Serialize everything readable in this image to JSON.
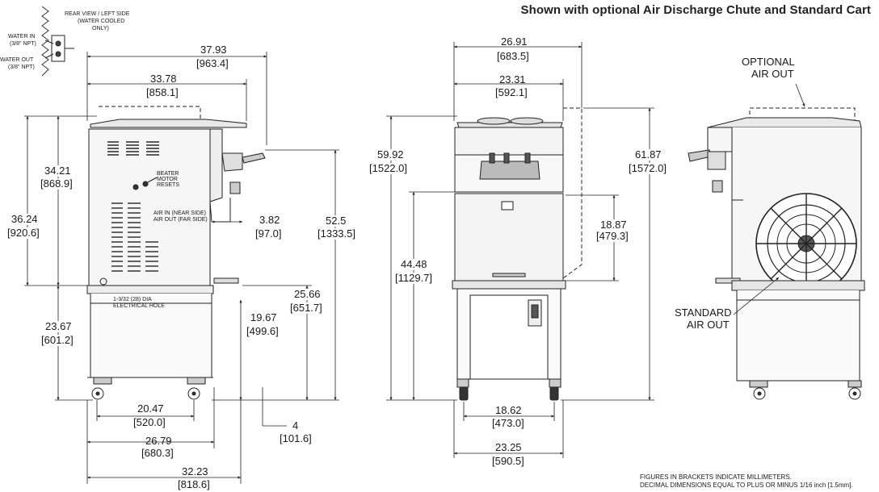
{
  "title": "Shown with optional Air Discharge Chute and Standard Cart",
  "rear_view": {
    "caption_line1": "REAR VIEW / LEFT SIDE",
    "caption_line2": "(WATER COOLED",
    "caption_line3": "ONLY)",
    "water_in": "WATER IN",
    "water_in_size": "(3/8\" NPT)",
    "water_out": "WATER OUT",
    "water_out_size": "(3/8\" NPT)"
  },
  "side_view": {
    "dim_overall_depth": {
      "in": "37.93",
      "mm": "[963.4]"
    },
    "dim_body_depth": {
      "in": "33.78",
      "mm": "[858.1]"
    },
    "dim_upper_height": {
      "in": "34.21",
      "mm": "[868.9]"
    },
    "dim_machine_height": {
      "in": "36.24",
      "mm": "[920.6]"
    },
    "dim_cart_height": {
      "in": "23.67",
      "mm": "[601.2]"
    },
    "dim_spout_offset": {
      "in": "3.82",
      "mm": "[97.0]"
    },
    "dim_spout_height": {
      "in": "52.5",
      "mm": "[1333.5]"
    },
    "dim_tray_height": {
      "in": "25.66",
      "mm": "[651.7]"
    },
    "dim_drip_height": {
      "in": "19.67",
      "mm": "[499.6]"
    },
    "dim_caster_spacing": {
      "in": "20.47",
      "mm": "[520.0]"
    },
    "dim_cart_depth": {
      "in": "26.79",
      "mm": "[680.3]"
    },
    "dim_overall_base": {
      "in": "32.23",
      "mm": "[818.6]"
    },
    "dim_tray_extension": {
      "in": "4",
      "mm": "[101.6]"
    },
    "beater_line1": "BEATER",
    "beater_line2": "MOTOR",
    "beater_line3": "RESETS",
    "air_line1": "AIR IN (NEAR SIDE)",
    "air_line2": "AIR OUT (FAR SIDE)",
    "hole_line1": "1-3/32 (28) DIA",
    "hole_line2": "ELECTRICAL HOLE"
  },
  "front_view": {
    "dim_overall_width": {
      "in": "26.91",
      "mm": "[683.5]"
    },
    "dim_body_width": {
      "in": "23.31",
      "mm": "[592.1]"
    },
    "dim_overall_height": {
      "in": "59.92",
      "mm": "[1522.0]"
    },
    "dim_chute_height": {
      "in": "61.87",
      "mm": "[1572.0]"
    },
    "dim_door_height": {
      "in": "44.48",
      "mm": "[1129.7]"
    },
    "dim_lower_height": {
      "in": "18.87",
      "mm": "[479.3]"
    },
    "dim_caster_width": {
      "in": "18.62",
      "mm": "[473.0]"
    },
    "dim_cart_width": {
      "in": "23.25",
      "mm": "[590.5]"
    }
  },
  "right_view": {
    "optional_line1": "OPTIONAL",
    "optional_line2": "AIR OUT",
    "standard_line1": "STANDARD",
    "standard_line2": "AIR OUT"
  },
  "footer": {
    "line1": "FIGURES IN BRACKETS INDICATE MILLIMETERS.",
    "line2": "DECIMAL DIMENSIONS EQUAL TO PLUS OR MINUS 1/16 inch [1.5mm]."
  }
}
